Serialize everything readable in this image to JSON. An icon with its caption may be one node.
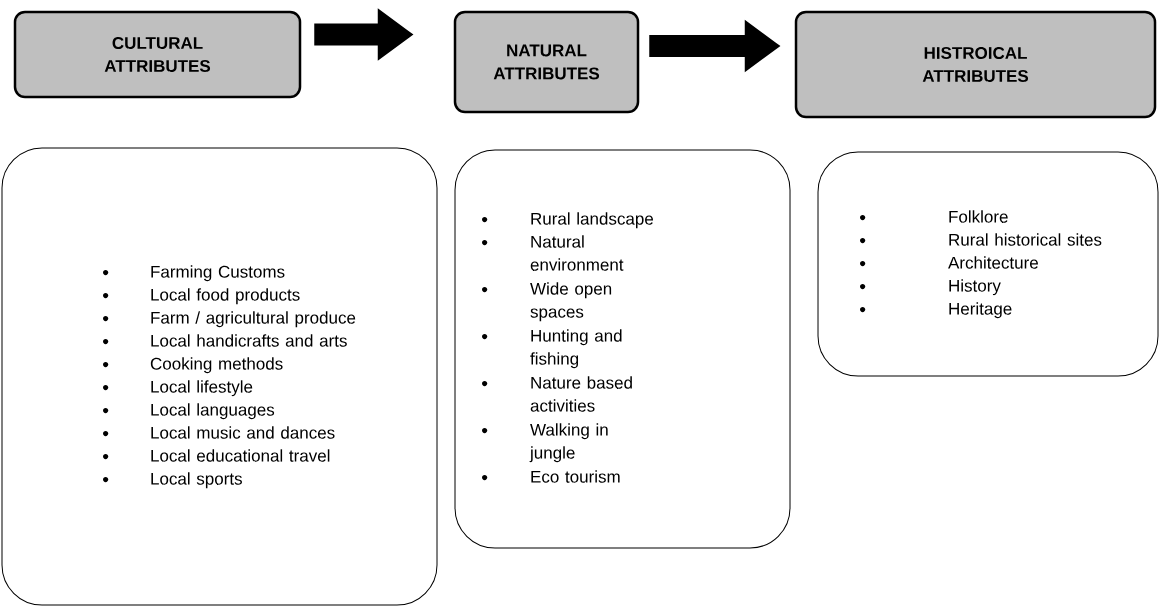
{
  "diagram": {
    "nodes": [
      {
        "text": [
          "CULTURAL ATTRIBUTES"
        ]
      },
      {
        "text": [
          "NATURAL ATTRIBUTES"
        ]
      },
      {
        "text": [
          "HISTROICAL ATTRIBUTES"
        ]
      },
      {
        "text": [
          "Farming Customs",
          "Local food products",
          "Farm / agricultural produce",
          "Local handicrafts and arts",
          "Cooking methods",
          "Local lifestyle",
          "Local languages",
          "Local music and dances",
          "Local educational travel",
          "Local sports"
        ]
      },
      {
        "text": [
          "Rural landscape",
          "Natural environment",
          "Wide open spaces",
          "Hunting and fishing",
          "Nature based activities",
          "Walking in jungle",
          "Eco tourism"
        ]
      },
      {
        "text": [
          "Folklore",
          "Rural historical sites",
          "Architecture",
          "History",
          "Heritage"
        ]
      }
    ],
    "edges": [
      {
        "from": 0,
        "to": 1,
        "arrow": "to"
      },
      {
        "from": 1,
        "to": 2,
        "arrow": "to"
      }
    ]
  }
}
